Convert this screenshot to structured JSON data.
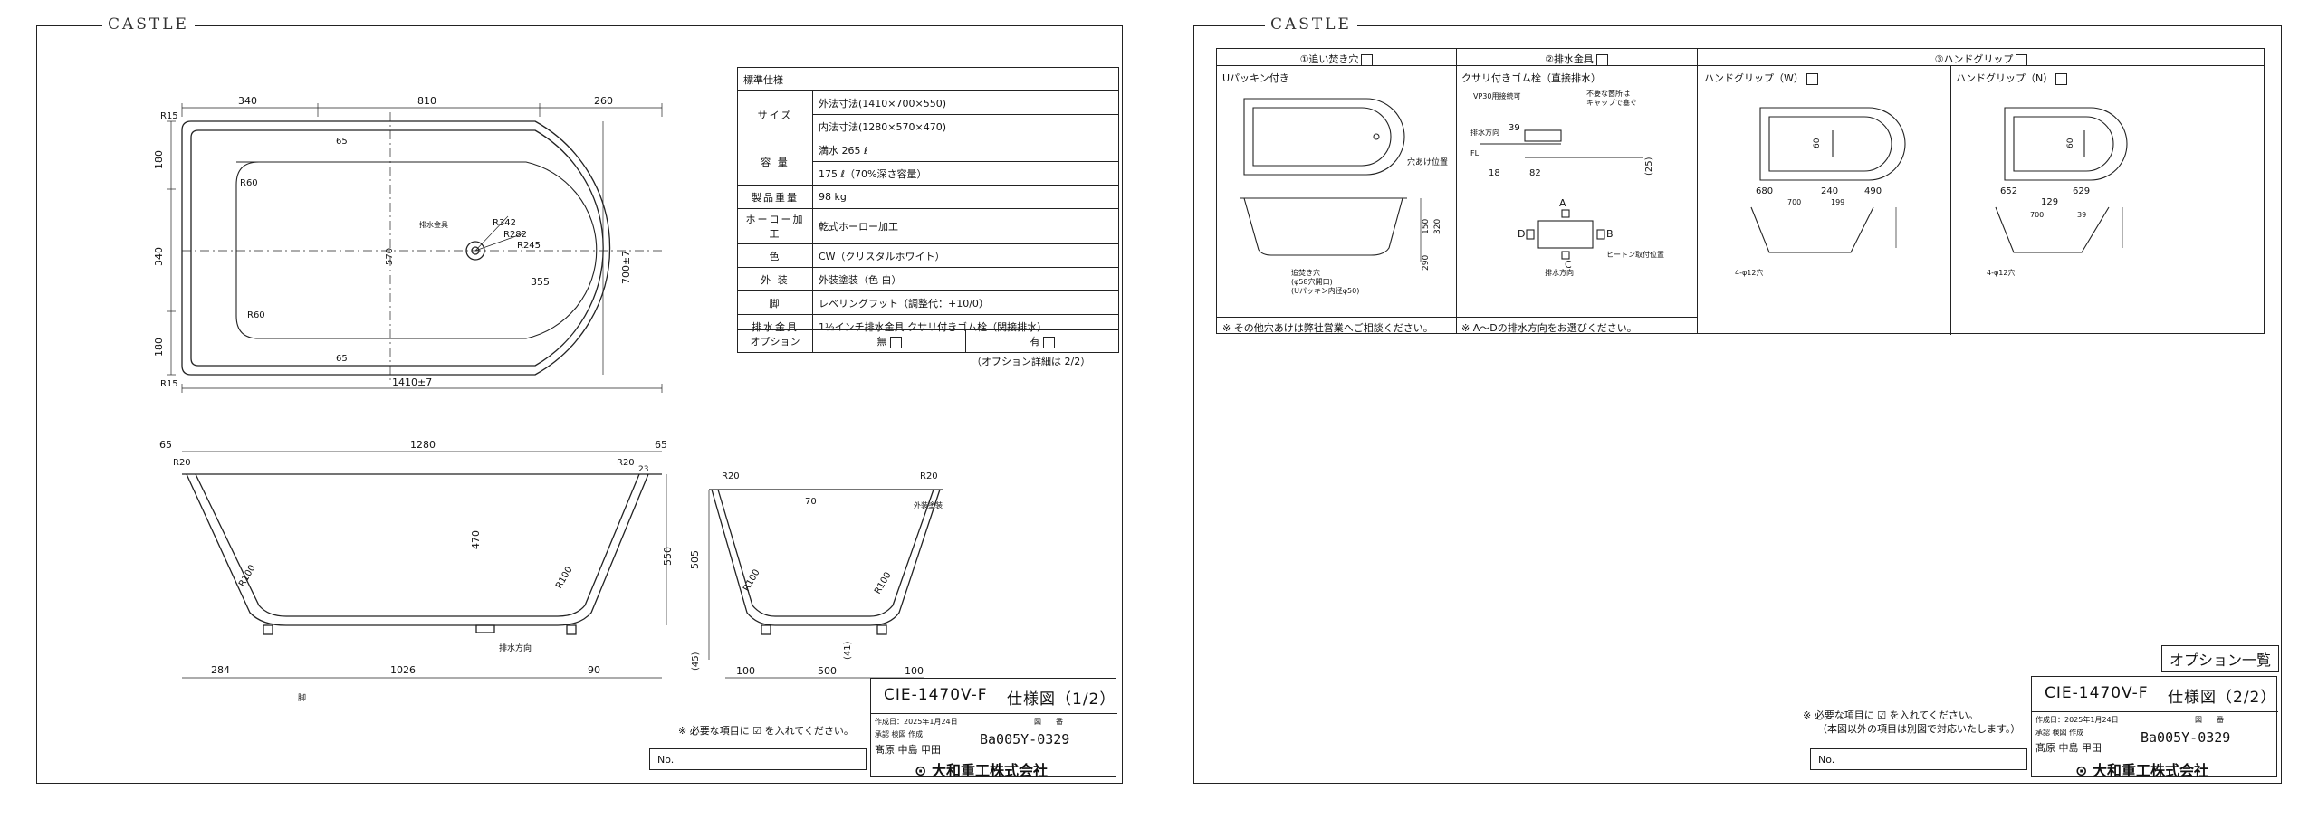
{
  "left_sheet": {
    "logo": "CASTLE",
    "plan_dims": {
      "top": [
        "340",
        "810",
        "260"
      ],
      "left": [
        "180",
        "340",
        "180"
      ],
      "radius_labels": [
        "R15",
        "R60",
        "R60",
        "R15",
        "R342",
        "R282",
        "R245"
      ],
      "inner": [
        "570",
        "355",
        "65",
        "65"
      ],
      "right": "700±7",
      "bottom": "1410±7",
      "drain_label": "排水金具"
    },
    "side_dims": {
      "top": [
        "65",
        "1280",
        "65"
      ],
      "radii": [
        "R20",
        "R20",
        "R100",
        "R100"
      ],
      "small": "23",
      "depth": "470",
      "height": "550",
      "bottom": [
        "284",
        "1026",
        "90"
      ],
      "drain_dir": "排水方向",
      "foot": "脚"
    },
    "end_dims": {
      "radii": [
        "R20",
        "R20",
        "R100",
        "R100"
      ],
      "top": "70",
      "outer_label": "外装塗装",
      "height": "505",
      "bottom": [
        "100",
        "500",
        "100"
      ],
      "sub": [
        "(45)",
        "(41)"
      ]
    },
    "spec_table": {
      "header": "標準仕様",
      "rows": [
        {
          "key": "サイズ",
          "values": [
            "外法寸法(1410×700×550)",
            "内法寸法(1280×570×470)"
          ]
        },
        {
          "key": "容 量",
          "values": [
            "満水 265 ℓ",
            "175 ℓ（70%深さ容量）"
          ]
        },
        {
          "key": "製品重量",
          "values": [
            "98 kg"
          ]
        },
        {
          "key": "ホーロー加工",
          "values": [
            "乾式ホーロー加工"
          ]
        },
        {
          "key": "色",
          "values": [
            "CW（クリスタルホワイト）"
          ]
        },
        {
          "key": "外 装",
          "values": [
            "外装塗装（色 白）"
          ]
        },
        {
          "key": "脚",
          "values": [
            "レベリングフット（調整代：+10/0）"
          ]
        },
        {
          "key": "排水金具",
          "values": [
            "1½インチ排水金具 クサリ付きゴム栓（関接排水）"
          ]
        }
      ]
    },
    "option_table": {
      "label": "オプション",
      "none": "無",
      "has": "有",
      "note": "（オプション詳細は 2/2）"
    },
    "check_note": "※ 必要な項目に ☑ を入れてください。",
    "no_label": "No.",
    "title_block": {
      "model": "CIE-1470V-F",
      "doc": "仕様図（1/2）",
      "date": "作成日：2025年1月24日",
      "drawing_no_label": "図　　番",
      "approvals": "承認 検図 作成",
      "signatures": "髙原 中島 甲田",
      "drawing_no": "Ba005Y-0329",
      "company": "大和重工株式会社"
    }
  },
  "right_sheet": {
    "logo": "CASTLE",
    "option_headers": [
      "①追い焚き穴",
      "②排水金具",
      "③ハンドグリップ"
    ],
    "option1": {
      "label": "Uパッキン付き",
      "hole_pos": "穴あけ位置",
      "dims": [
        "150",
        "320",
        "290"
      ],
      "note1": "追焚き穴",
      "note2": "(φ58穴開口)",
      "note3": "(Uパッキン内径φ50)",
      "footer": "※ その他穴あけは弊社営業へご相談ください。"
    },
    "option2": {
      "label": "クサリ付きゴム栓（直接排水）",
      "notes": [
        "VP30用接続可",
        "不要な箇所は",
        "キャップで塞ぐ",
        "排水方向",
        "FL",
        "ヒートン取付位置",
        "排水方向"
      ],
      "dims": [
        "18",
        "82",
        "(25)",
        "39"
      ],
      "letters": [
        "A",
        "B",
        "C",
        "D"
      ],
      "footer": "※ A～Dの排水方向をお選びください。"
    },
    "option3": {
      "w_label": "ハンドグリップ（W）",
      "n_label": "ハンドグリップ（N）",
      "w_dims": [
        "680",
        "240",
        "490",
        "700",
        "199",
        "60",
        "4-φ12穴"
      ],
      "n_dims": [
        "652",
        "629",
        "129",
        "700",
        "39",
        "60",
        "4-φ12穴"
      ]
    },
    "badge": "オプション一覧",
    "check_note": "※ 必要な項目に ☑ を入れてください。",
    "check_note2": "（本図以外の項目は別図で対応いたします。）",
    "no_label": "No.",
    "title_block": {
      "model": "CIE-1470V-F",
      "doc": "仕様図（2/2）",
      "date": "作成日：2025年1月24日",
      "drawing_no_label": "図　　番",
      "approvals": "承認 検図 作成",
      "signatures": "髙原 中島 甲田",
      "drawing_no": "Ba005Y-0329",
      "company": "大和重工株式会社"
    }
  }
}
